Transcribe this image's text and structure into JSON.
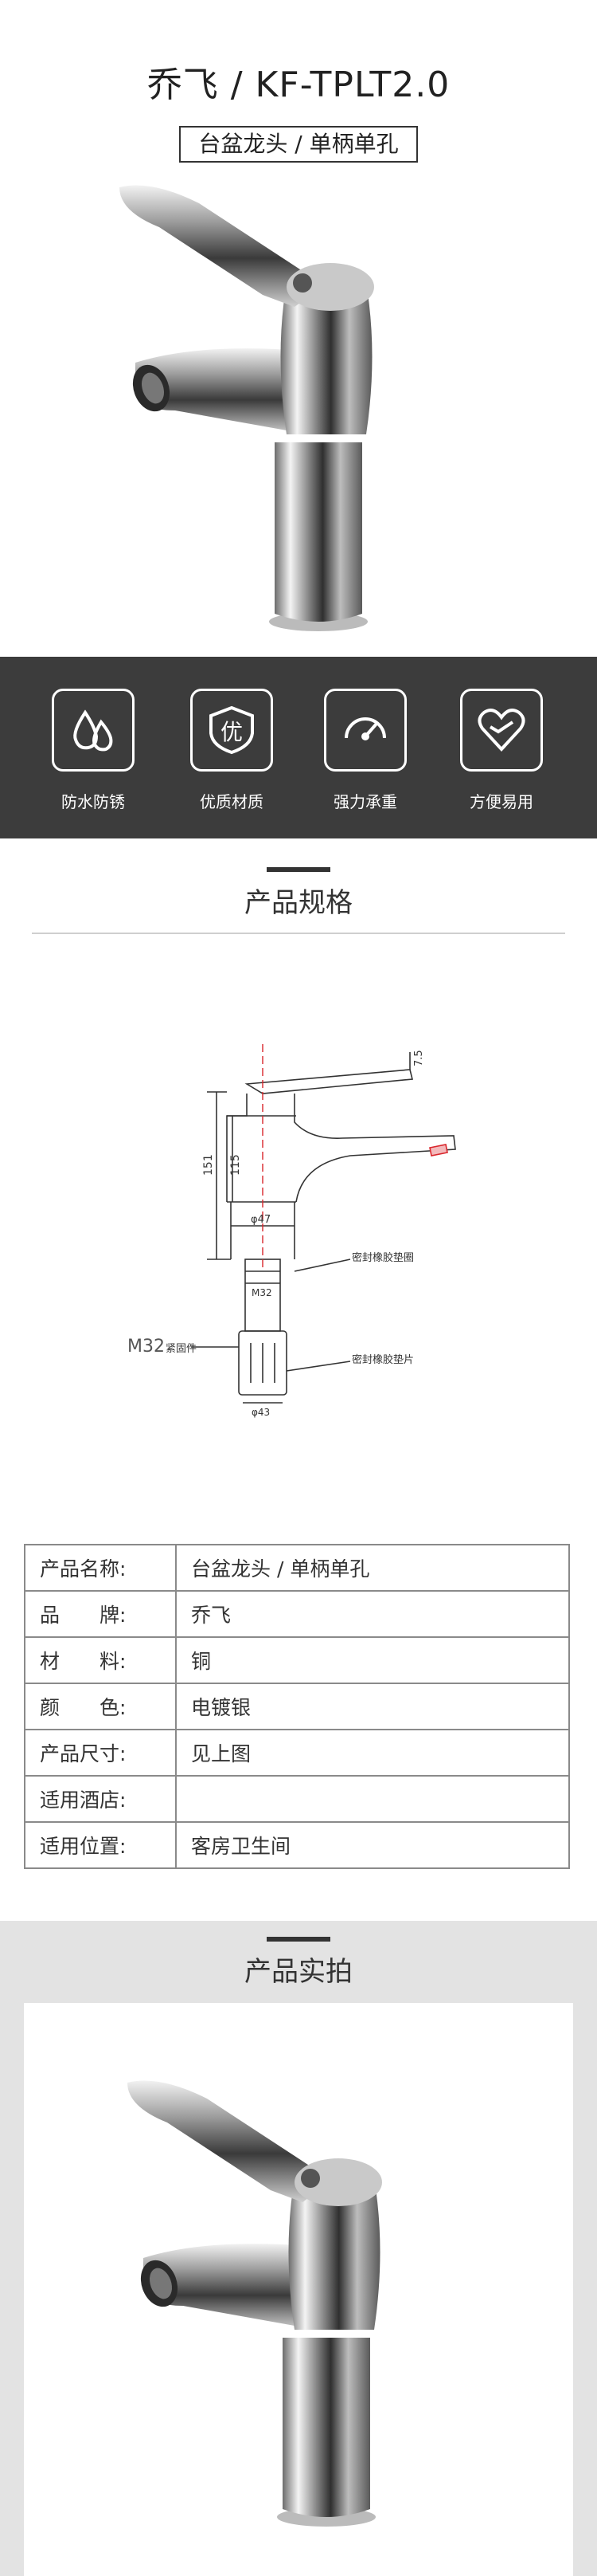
{
  "header": {
    "title": "乔飞 / KF-TPLT2.0",
    "subtitle": "台盆龙头 / 单柄单孔"
  },
  "features": [
    {
      "icon": "water-drops-icon",
      "label": "防水防锈"
    },
    {
      "icon": "quality-badge-icon",
      "label": "优质材质"
    },
    {
      "icon": "pressure-gauge-icon",
      "label": "强力承重"
    },
    {
      "icon": "heart-icon",
      "label": "方便易用"
    }
  ],
  "spec_section": {
    "title": "产品规格",
    "diagram": {
      "dim_top": "7.5",
      "dim_151": "151",
      "dim_115": "115",
      "dim_d47": "φ47",
      "label_m32_small": "M32",
      "label_m32": "M32",
      "label_m32_part": "紧固件",
      "label_seal_top": "密封橡胶垫圈",
      "label_seal_bottom": "密封橡胶垫片",
      "dim_d43": "φ43"
    }
  },
  "specs": [
    {
      "key": "产品名称:",
      "value": "台盆龙头 / 单柄单孔"
    },
    {
      "key": "品　　牌:",
      "value": "乔飞"
    },
    {
      "key": "材　　料:",
      "value": "铜"
    },
    {
      "key": "颜　　色:",
      "value": "电镀银"
    },
    {
      "key": "产品尺寸:",
      "value": "见上图"
    },
    {
      "key": "适用酒店:",
      "value": ""
    },
    {
      "key": "适用位置:",
      "value": "客房卫生间"
    }
  ],
  "photo_section": {
    "title": "产品实拍"
  },
  "colors": {
    "band_bg": "#3c3c3c",
    "red_accent": "#d9262c",
    "gray_bg": "#e3e3e3"
  }
}
